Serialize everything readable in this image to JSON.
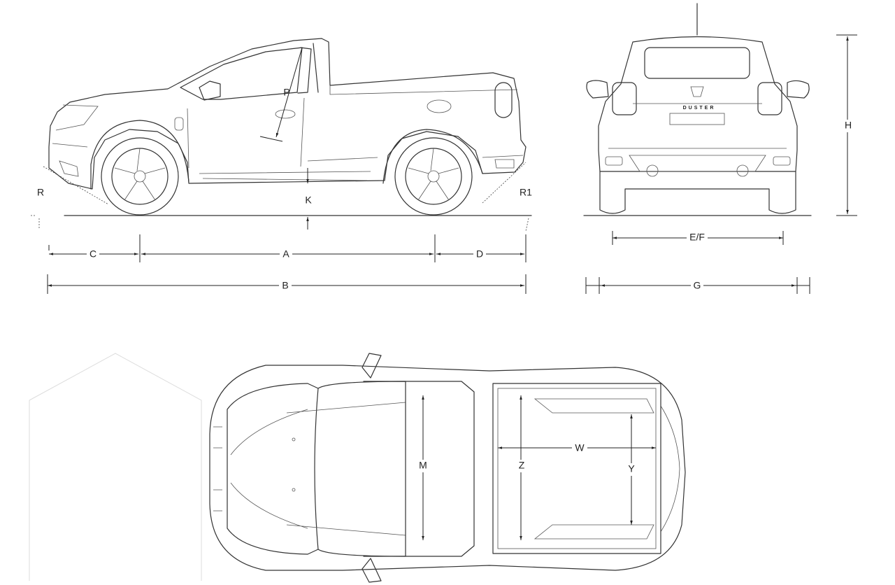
{
  "title": "Pickup dimension blueprint",
  "badge_text": "DUSTER",
  "side_view": {
    "labels": {
      "P": "P",
      "R": "R",
      "K": "K",
      "R1": "R1"
    },
    "dimensions": {
      "C": "C",
      "A": "A",
      "D": "D",
      "B": "B"
    }
  },
  "rear_view": {
    "dimensions": {
      "EF": "E/F",
      "G": "G",
      "H": "H"
    }
  },
  "top_view": {
    "dimensions": {
      "M": "M",
      "Z": "Z",
      "W": "W",
      "Y": "Y"
    }
  }
}
